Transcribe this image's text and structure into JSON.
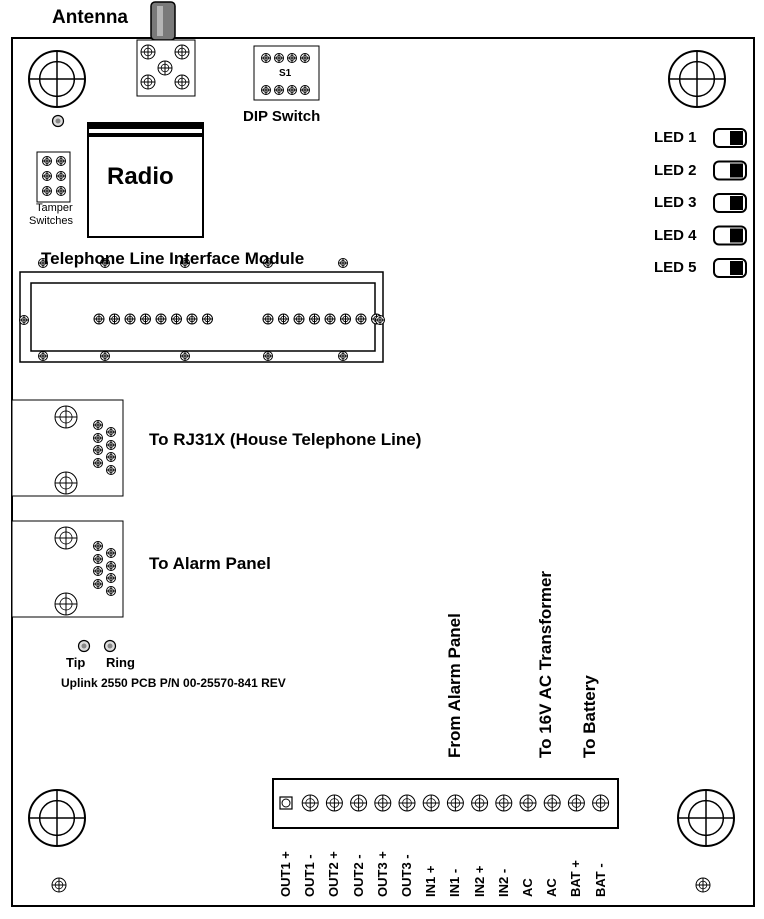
{
  "labels": {
    "antenna": "Antenna",
    "dip_switch": "DIP Switch",
    "dip_id": "S1",
    "radio": "Radio",
    "tamper_line1": "Tamper",
    "tamper_line2": "Switches",
    "tlim": "Telephone Line Interface Module",
    "rj31x": "To RJ31X (House Telephone Line)",
    "alarm_panel": "To Alarm Panel",
    "tip": "Tip",
    "ring": "Ring",
    "pcb_part": "Uplink 2550 PCB P/N 00-25570-841 REV",
    "from_alarm_panel": "From Alarm Panel",
    "to_transformer": "To 16V AC Transformer",
    "to_battery": "To Battery"
  },
  "leds": [
    "LED 1",
    "LED 2",
    "LED 3",
    "LED 4",
    "LED 5"
  ],
  "terminals": [
    "OUT1 +",
    "OUT1 -",
    "OUT2 +",
    "OUT2 -",
    "OUT3 +",
    "OUT3 -",
    "IN1 +",
    "IN1 -",
    "IN2 +",
    "IN2 -",
    "AC",
    "AC",
    "BAT +",
    "BAT -"
  ]
}
